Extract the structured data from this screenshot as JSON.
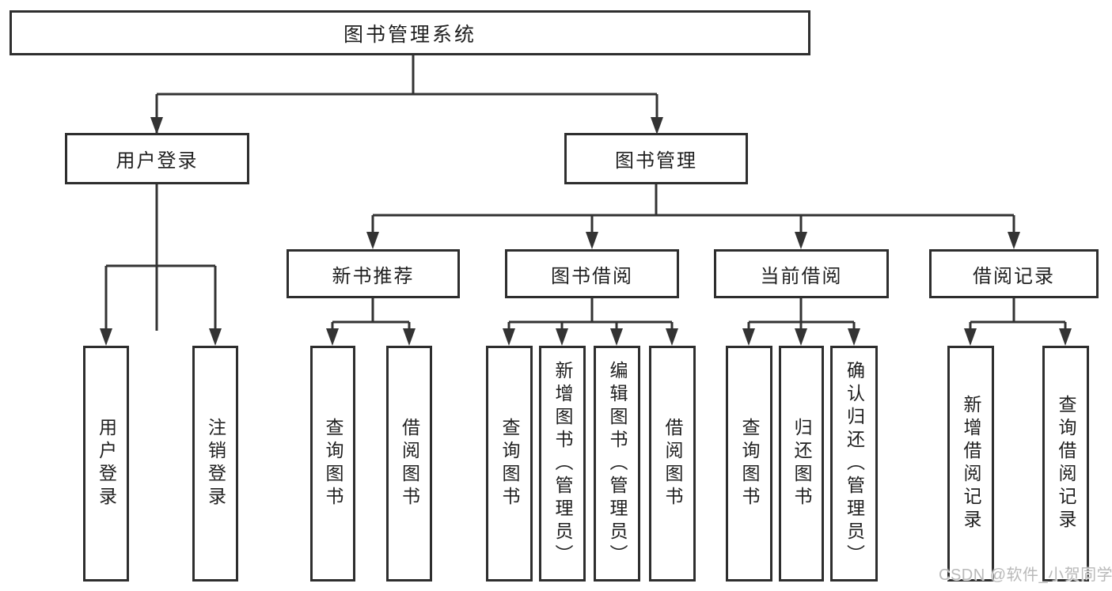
{
  "watermark": {
    "text": "CSDN @软件_小贺同学"
  },
  "tree": {
    "root": {
      "label": "图书管理系统",
      "children": [
        {
          "label": "用户登录",
          "children": [
            {
              "label": "用户登录"
            },
            {
              "label": "注销登录"
            }
          ]
        },
        {
          "label": "图书管理",
          "children": [
            {
              "label": "新书推荐",
              "children": [
                {
                  "label": "查询图书"
                },
                {
                  "label": "借阅图书"
                }
              ]
            },
            {
              "label": "图书借阅",
              "children": [
                {
                  "label": "查询图书"
                },
                {
                  "label": "新增图书（管理员）"
                },
                {
                  "label": "编辑图书（管理员）"
                },
                {
                  "label": "借阅图书"
                }
              ]
            },
            {
              "label": "当前借阅",
              "children": [
                {
                  "label": "查询图书"
                },
                {
                  "label": "归还图书"
                },
                {
                  "label": "确认归还（管理员）"
                }
              ]
            },
            {
              "label": "借阅记录",
              "children": [
                {
                  "label": "新增借阅记录"
                },
                {
                  "label": "查询借阅记录"
                }
              ]
            }
          ]
        }
      ]
    }
  },
  "colors": {
    "line": "#333333",
    "border": "#2e2e2e",
    "text": "#1f1f1f",
    "watermark": "#b9b9b9",
    "background": "#ffffff"
  }
}
